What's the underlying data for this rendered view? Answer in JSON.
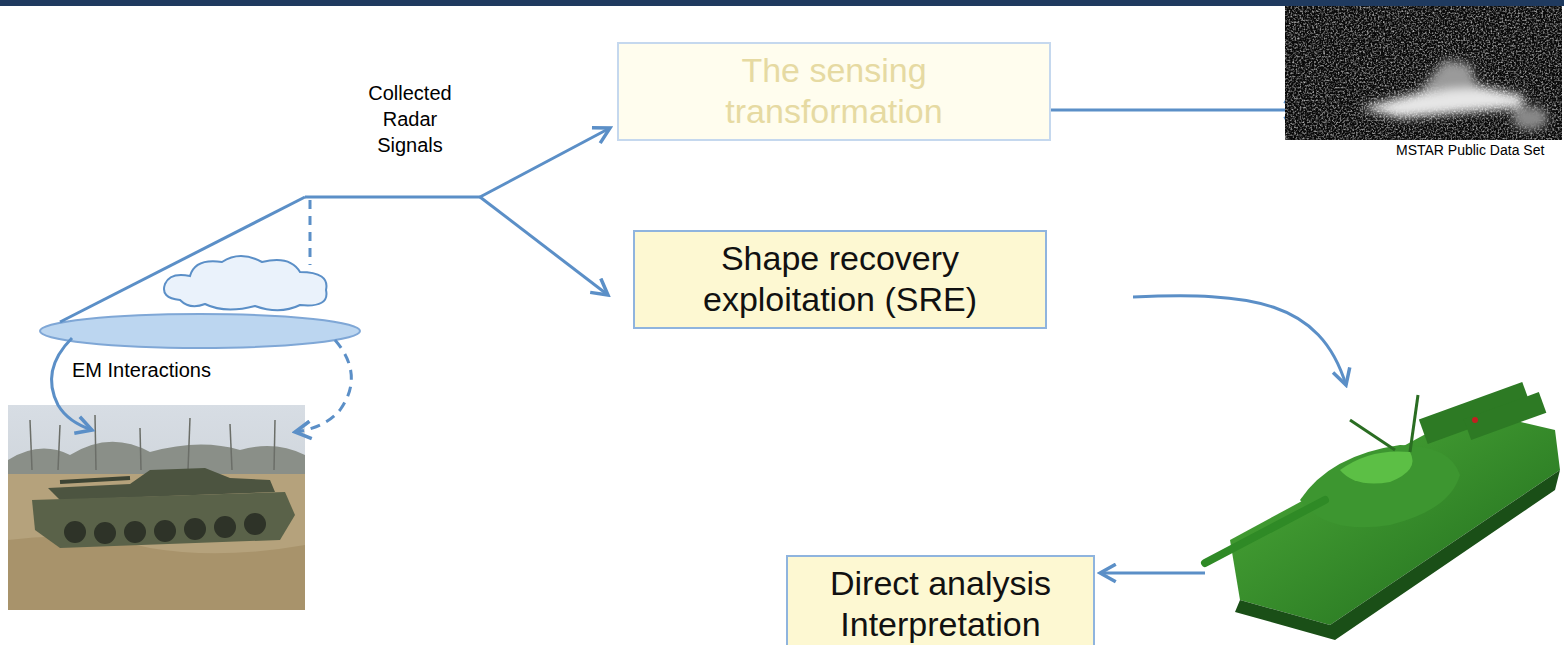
{
  "diagram": {
    "nodes": [
      {
        "text": [
          "The sensing transformation"
        ]
      },
      {
        "text": [
          "Shape recovery exploitation (SRE)"
        ]
      },
      {
        "text": [
          "Direct analysis Interpretation"
        ]
      }
    ],
    "labels": [
      "Collected Radar Signals",
      "EM Interactions",
      "MSTAR Public Data Set"
    ]
  }
}
